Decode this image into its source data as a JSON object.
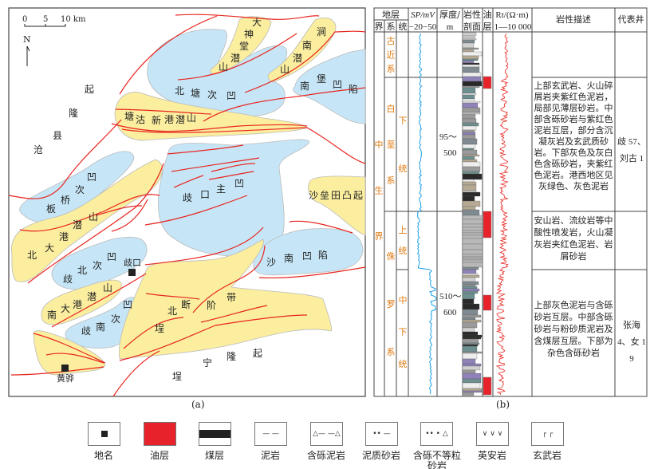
{
  "map": {
    "scale_label": "0 5 10 km",
    "scale_ticks": [
      "0",
      "5",
      "10 km"
    ],
    "north_label": "N",
    "labels": {
      "dashentang": "大神堂潜山",
      "jiannan": "涧南潜山",
      "nanpu": "南堡凹陷",
      "beitang": "北塘次凹",
      "tanggu": "塘沽新港潜山",
      "cangxian": "沧县隆起",
      "qikou_main": "歧口主凹",
      "shaleitian": "沙垒田凸起",
      "banqiao": "板桥次凹",
      "beidagang": "北大港潜山",
      "qibei": "歧北次凹",
      "shanan": "沙南凹陷",
      "nandagang": "南大港潜山",
      "qinan": "歧南次凹",
      "chengbei": "埕北断阶带",
      "chengning": "埕宁隆起"
    },
    "towns": {
      "qikou": "歧口",
      "huanghua": "黄骅"
    },
    "caption": "(a)"
  },
  "column": {
    "headers": {
      "strata": "地层",
      "era": "界",
      "system": "系",
      "series": "统",
      "sp_title": "SP/mV",
      "sp_range": "−20−50",
      "thickness_title": "厚度/",
      "thickness_unit": "m",
      "litho_title": "岩性",
      "litho_sub": "剖面",
      "oil_title": "油",
      "oil_sub": "层",
      "rt_title": "Rt/(Ω·m)",
      "rt_range": "1—10 000",
      "description": "岩性描述",
      "wells": "代表井"
    },
    "era": "中生界",
    "systems": [
      "古近系",
      "白垩系",
      "侏罗系"
    ],
    "series": [
      "下统",
      "上统",
      "中下统"
    ],
    "thickness": [
      "95～500",
      "510～600"
    ],
    "descriptions": [
      "上部玄武岩、火山碎屑岩夹紫红色泥岩，局部见薄层砂岩。中部含砾砂岩与紫红色泥岩互层，部分含沉凝灰岩及玄武质砂岩。下部灰色及灰白色含砾砂岩，夹紫红色泥岩。港西地区见灰绿色、灰色泥岩",
      "安山岩、流纹岩等中酸性喷发岩，火山凝灰岩夹红色泥岩、岩屑砂岩",
      "上部灰色泥岩与含砾砂岩互层。中部含砾砂岩与粉砂质泥岩及含煤层互层。下部为杂色含砾砂岩"
    ],
    "wells": [
      "歧 57、刘古 1",
      "张海 4、女 19"
    ],
    "caption": "(b)"
  },
  "legend": [
    {
      "label": "地名",
      "icon": "place-square-icon"
    },
    {
      "label": "油层",
      "icon": "oil-layer-icon"
    },
    {
      "label": "煤层",
      "icon": "coal-layer-icon"
    },
    {
      "label": "泥岩",
      "icon": "mudstone-icon",
      "pattern": "— —"
    },
    {
      "label": "含砾泥岩",
      "icon": "pebbly-mudstone-icon",
      "pattern": "△— —△"
    },
    {
      "label": "泥质砂岩",
      "icon": "argillaceous-sandstone-icon",
      "pattern": "•• —"
    },
    {
      "label": "含砾不等粒砂岩",
      "icon": "pebbly-sandstone-icon",
      "pattern": "•• • △"
    },
    {
      "label": "英安岩",
      "icon": "dacite-icon",
      "pattern": "∨ ∨ ∨"
    },
    {
      "label": "玄武岩",
      "icon": "basalt-icon",
      "pattern": "┌ ┌"
    }
  ],
  "colors": {
    "basin": "#c6e6f7",
    "high": "#fbee9f",
    "fault": "#e8251f",
    "sp": "#1ea0e6",
    "rt": "#e8251f",
    "strat_text": "#e07a10",
    "oil": "#e8222a"
  }
}
